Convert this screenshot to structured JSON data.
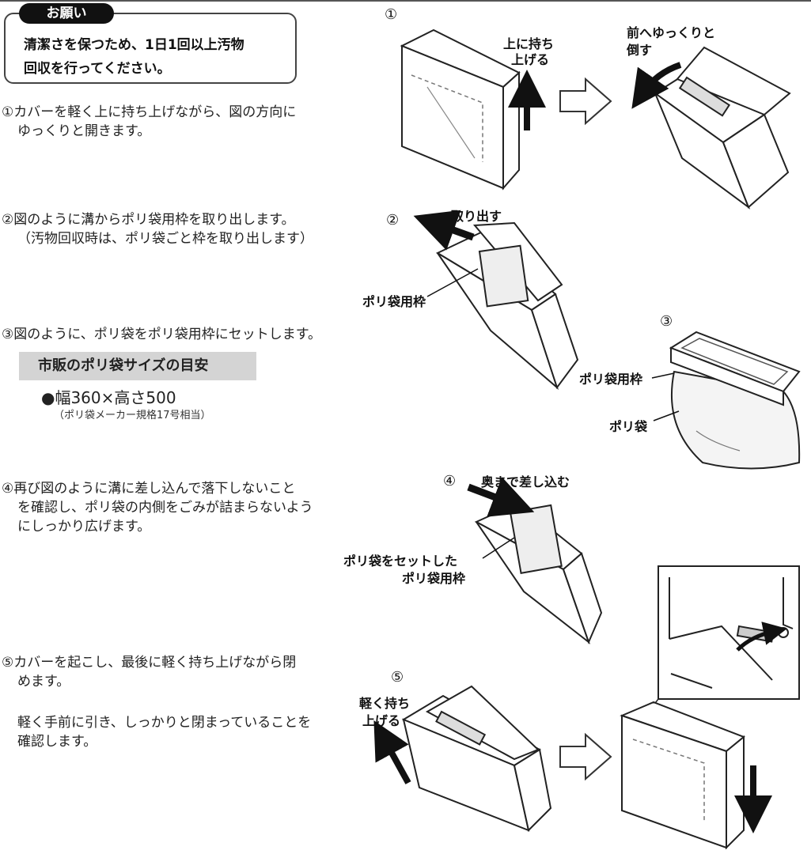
{
  "notice": {
    "tab": "お願い",
    "line1": "清潔さを保つため、1日1回以上汚物",
    "line2": "回収を行ってください。"
  },
  "steps": [
    {
      "line1": "①カバーを軽く上に持ち上げながら、図の方向に",
      "line2": "ゆっくりと開きます。"
    },
    {
      "line1": "②図のように溝からポリ袋用枠を取り出します。",
      "line2": "（汚物回収時は、ポリ袋ごと枠を取り出します）"
    },
    {
      "line1": "③図のように、ポリ袋をポリ袋用枠にセットします。"
    },
    {
      "line1": "④再び図のように溝に差し込んで落下しないこと",
      "line2": "を確認し、ポリ袋の内側をごみが詰まらないよう",
      "line3": "にしっかり広げます。"
    },
    {
      "line1": "⑤カバーを起こし、最後に軽く持ち上げながら閉",
      "line2": "めます。",
      "line3": "軽く手前に引き、しっかりと閉まっていることを",
      "line4": "確認します。"
    }
  ],
  "bag_size": {
    "heading": "市販のポリ袋サイズの目安",
    "size": "●幅360×高さ500",
    "note": "（ポリ袋メーカー規格17号相当）"
  },
  "figures": {
    "num1": "①",
    "num2": "②",
    "num3": "③",
    "num4": "④",
    "num5": "⑤",
    "lift1": "上に持ち",
    "lift2": "上げる",
    "tilt1": "前へゆっくりと",
    "tilt2": "倒す",
    "takeout": "取り出す",
    "frame": "ポリ袋用枠",
    "frame3": "ポリ袋用枠",
    "bag": "ポリ袋",
    "push": "奥まで差し込む",
    "setframe1": "ポリ袋をセットした",
    "setframe2": "ポリ袋用枠",
    "lightlift1": "軽く持ち",
    "lightlift2": "上げる"
  }
}
